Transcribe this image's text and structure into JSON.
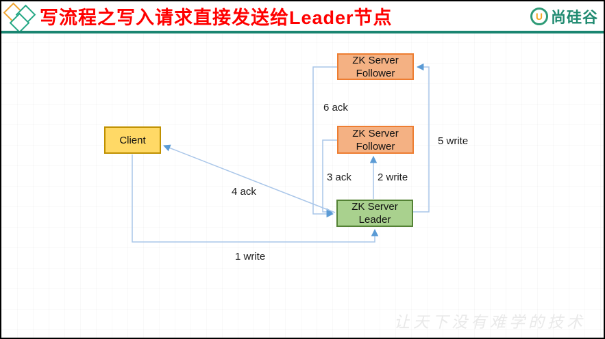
{
  "header": {
    "title": "写流程之写入请求直接发送给Leader节点",
    "brand": {
      "logo_badge": "U",
      "logo_text": "尚硅谷"
    }
  },
  "diagram": {
    "nodes": {
      "follower_top": {
        "line1": "ZK Server",
        "line2": "Follower"
      },
      "follower_mid": {
        "line1": "ZK Server",
        "line2": "Follower"
      },
      "leader": {
        "line1": "ZK Server",
        "line2": "Leader"
      },
      "client": {
        "label": "Client"
      }
    },
    "edge_labels": {
      "write1": "1 write",
      "write2": "2 write",
      "ack3": "3 ack",
      "ack4": "4 ack",
      "write5": "5 write",
      "ack6": "6 ack"
    },
    "colors": {
      "client_fill": "#FFD966",
      "client_border": "#BF9000",
      "follower_fill": "#F4B183",
      "follower_border": "#ED7D31",
      "leader_fill": "#A9D18E",
      "leader_border": "#548235",
      "connector": "#A9C6E9",
      "arrowhead": "#5B9BD5",
      "title": "#FF0000",
      "brand_teal": "#1F8A70",
      "brand_orange": "#F5A623",
      "header_rule": "#1A8571"
    }
  },
  "watermark": "让天下没有难学的技术"
}
